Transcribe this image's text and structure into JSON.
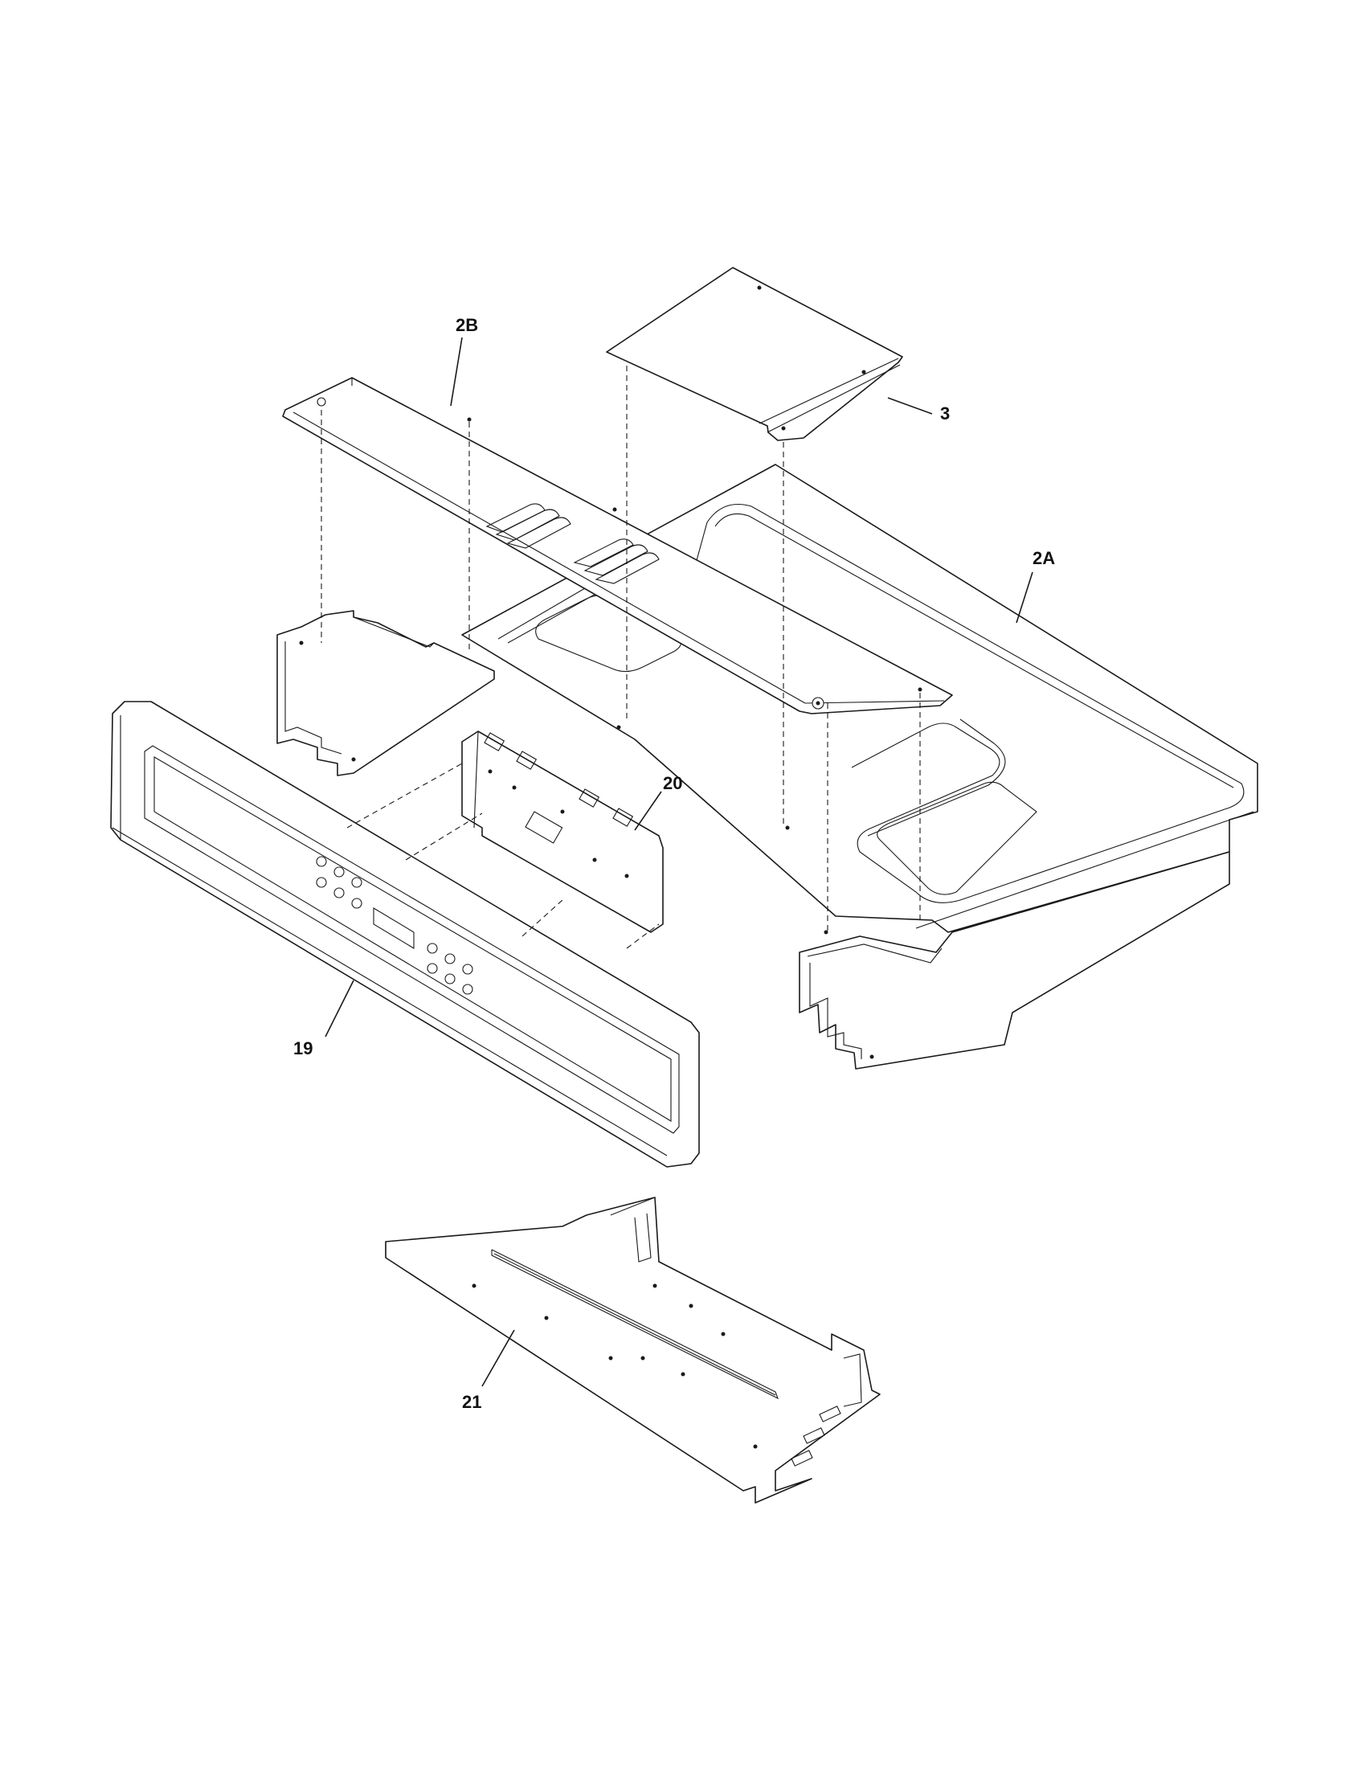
{
  "callouts": {
    "c2b": "2B",
    "c3": "3",
    "c2a": "2A",
    "c20": "20",
    "c19": "19",
    "c21": "21"
  }
}
